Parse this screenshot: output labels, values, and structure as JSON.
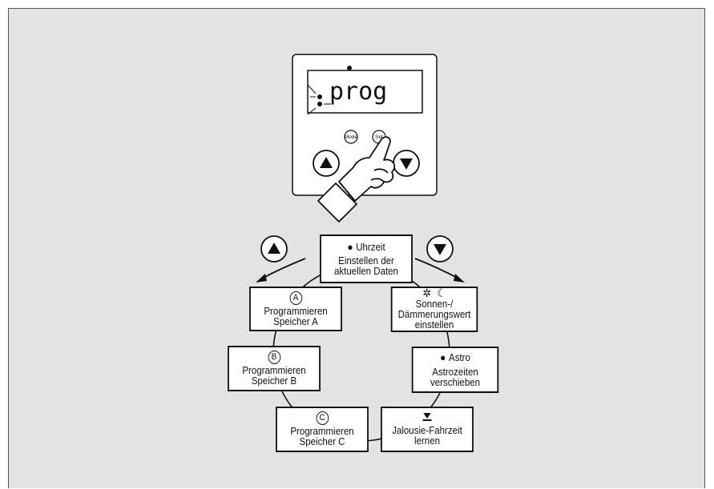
{
  "device": {
    "display_text": "prog",
    "mode_button_label": "Mode",
    "set_button_label": "Set"
  },
  "menu": {
    "uhrzeit": {
      "title": "Uhrzeit",
      "line1": "Einstellen der",
      "line2": "aktuellen Daten"
    },
    "speicher_a": {
      "symbol": "A",
      "line1": "Programmieren",
      "line2": "Speicher A"
    },
    "speicher_b": {
      "symbol": "B",
      "line1": "Programmieren",
      "line2": "Speicher B"
    },
    "speicher_c": {
      "symbol": "C",
      "line1": "Programmieren",
      "line2": "Speicher C"
    },
    "sonnen": {
      "line1": "Sonnen-/",
      "line2": "Dämmerungswert",
      "line3": "einstellen"
    },
    "astro": {
      "title": "Astro",
      "line1": "Astrozeiten",
      "line2": "verschieben"
    },
    "jalousie": {
      "line1": "Jalousie-Fahrzeit",
      "line2": "lernen"
    }
  },
  "colors": {
    "background": "#e3e3e3",
    "ink": "#111111",
    "box": "#ffffff"
  }
}
